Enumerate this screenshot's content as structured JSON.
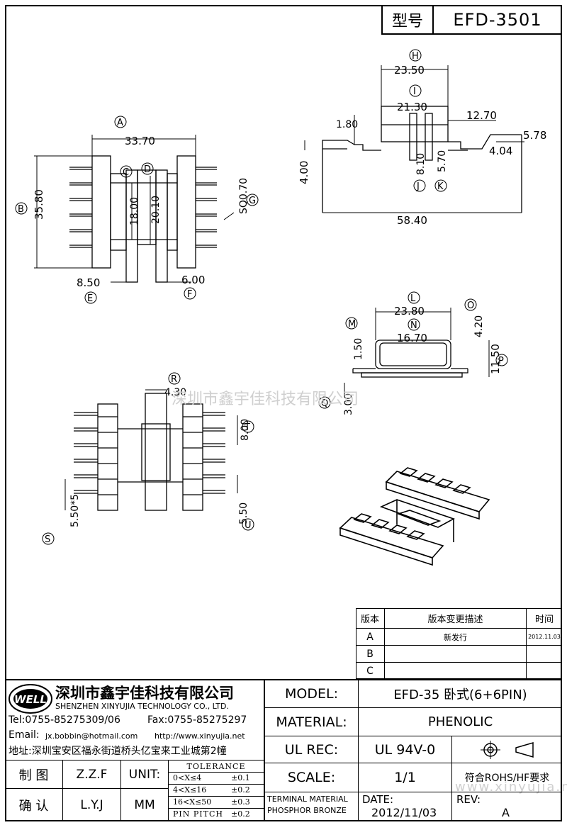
{
  "header": {
    "model_label": "型号",
    "model_value": "EFD-3501"
  },
  "dims": {
    "H_letter": "H",
    "H_val": "23.50",
    "I_letter": "I",
    "I_val": "21.30",
    "v180": "1.80",
    "v1270": "12.70",
    "v578": "5.78",
    "v404": "4.04",
    "v400": "4.00",
    "v810": "8.10",
    "v570": "5.70",
    "J_letter": "J",
    "K_letter": "K",
    "v5840": "58.40",
    "A_letter": "A",
    "A_val": "33.70",
    "B_letter": "B",
    "B_val": "35.80",
    "C_letter": "C",
    "C_val": "18.00",
    "D_letter": "D",
    "D_val": "20.10",
    "G_letter": "G",
    "G_val": "SQ0.70",
    "E_letter": "E",
    "E_val": "8.50",
    "F_letter": "F",
    "F_val": "6.00",
    "L_letter": "L",
    "L_val": "23.80",
    "N_letter": "N",
    "N_val": "16.70",
    "M_letter": "M",
    "M_val": "1.50",
    "O_letter": "O",
    "O_val": "4.20",
    "P_letter": "P",
    "P_val": "11.50",
    "Q_letter": "Q",
    "Q_val": "3.00",
    "R_letter": "R",
    "R_val": "4.30",
    "T_letter": "T",
    "T_val": "8.00",
    "S_letter": "S",
    "S_val": "5.50*5",
    "U_letter": "U",
    "U_val": "5.50"
  },
  "watermark": "深圳市鑫宇佳科技有限公司",
  "watermark_url": "www.xinyujia.net",
  "revision": {
    "headers": [
      "版本",
      "版本变更描述",
      "时间"
    ],
    "rows": [
      {
        "ver": "A",
        "desc": "新发行",
        "date": "2012.11.03"
      },
      {
        "ver": "B",
        "desc": "",
        "date": ""
      },
      {
        "ver": "C",
        "desc": "",
        "date": ""
      }
    ]
  },
  "company": {
    "logo_text": "WELL",
    "name_cn": "深圳市鑫宇佳科技有限公司",
    "name_en": "SHENZHEN XINYUJIA TECHNOLOGY CO., LTD.",
    "tel": "Tel:0755-85275309/06",
    "fax": "Fax:0755-85275297",
    "email_label": "Email:",
    "email": "jx.bobbin@hotmail.com",
    "web": "http://www.xinyujia.net",
    "address": "地址:深圳宝安区福永街道桥头亿宝来工业城第2幢"
  },
  "spec": {
    "model_label": "MODEL:",
    "model_value": "EFD-35 卧式(6+6PIN)",
    "material_label": "MATERIAL:",
    "material_value": "PHENOLIC",
    "ulrec_label": "UL REC:",
    "ulrec_value": "UL 94V-0",
    "scale_label": "SCALE:",
    "scale_value": "1/1",
    "rohs": "符合ROHS/HF要求",
    "date_label": "DATE:",
    "date_value": "2012/11/03",
    "rev_label": "REV:",
    "rev_value": "A",
    "terminal_material_1": "TERMINAL MATERIAL",
    "terminal_material_2": "PHOSPHOR BRONZE"
  },
  "signoff": {
    "draw_label": "制 图",
    "draw_value": "Z.Z.F",
    "check_label": "确 认",
    "check_value": "L.Y.J",
    "unit_label": "UNIT:",
    "unit_value": "MM"
  },
  "tolerance": {
    "title": "TOLERANCE",
    "rows": [
      {
        "range": "0<X≤4",
        "tol": "±0.1"
      },
      {
        "range": "4<X≤16",
        "tol": "±0.2"
      },
      {
        "range": "16<X≤50",
        "tol": "±0.3"
      },
      {
        "range": "PIN PITCH",
        "tol": "±0.2"
      }
    ]
  }
}
